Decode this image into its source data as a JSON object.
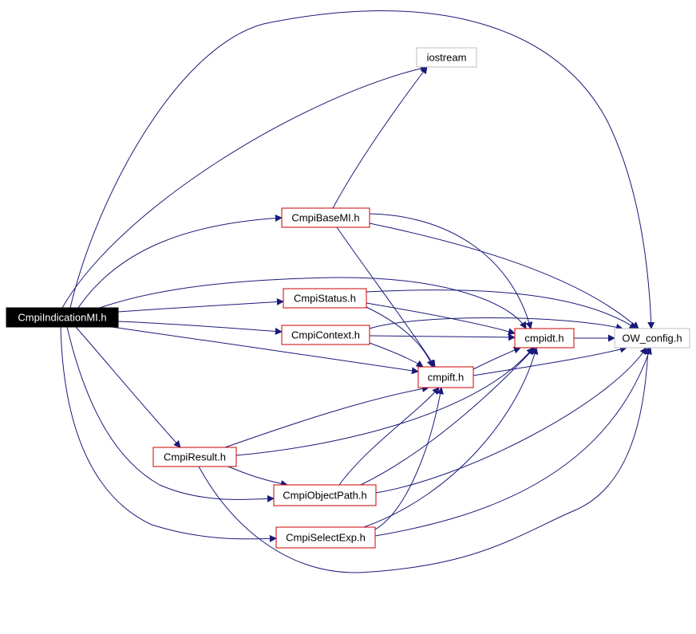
{
  "colors": {
    "edge": "#1a1a7a",
    "node_border": "#cc0000",
    "node_border_external": "#bfbfbf",
    "root_fill": "#000000",
    "root_text": "#ffffff",
    "text": "#000000"
  },
  "nodes": {
    "root": {
      "label": "CmpiIndicationMI.h",
      "kind": "root"
    },
    "iostream": {
      "label": "iostream",
      "kind": "external"
    },
    "basemi": {
      "label": "CmpiBaseMI.h",
      "kind": "header"
    },
    "status": {
      "label": "CmpiStatus.h",
      "kind": "header"
    },
    "context": {
      "label": "CmpiContext.h",
      "kind": "header"
    },
    "cmpidt": {
      "label": "cmpidt.h",
      "kind": "header"
    },
    "owconfig": {
      "label": "OW_config.h",
      "kind": "external"
    },
    "cmpift": {
      "label": "cmpift.h",
      "kind": "header"
    },
    "result": {
      "label": "CmpiResult.h",
      "kind": "header"
    },
    "objectpath": {
      "label": "CmpiObjectPath.h",
      "kind": "header"
    },
    "selectexp": {
      "label": "CmpiSelectExp.h",
      "kind": "header"
    }
  },
  "edges": [
    {
      "from": "root",
      "to": "iostream"
    },
    {
      "from": "root",
      "to": "owconfig"
    },
    {
      "from": "root",
      "to": "basemi"
    },
    {
      "from": "root",
      "to": "status"
    },
    {
      "from": "root",
      "to": "context"
    },
    {
      "from": "root",
      "to": "cmpidt"
    },
    {
      "from": "root",
      "to": "cmpift"
    },
    {
      "from": "root",
      "to": "result"
    },
    {
      "from": "root",
      "to": "objectpath"
    },
    {
      "from": "root",
      "to": "selectexp"
    },
    {
      "from": "basemi",
      "to": "iostream"
    },
    {
      "from": "basemi",
      "to": "cmpidt"
    },
    {
      "from": "basemi",
      "to": "owconfig"
    },
    {
      "from": "basemi",
      "to": "cmpift"
    },
    {
      "from": "status",
      "to": "owconfig"
    },
    {
      "from": "status",
      "to": "cmpidt"
    },
    {
      "from": "status",
      "to": "cmpift"
    },
    {
      "from": "context",
      "to": "owconfig"
    },
    {
      "from": "context",
      "to": "cmpidt"
    },
    {
      "from": "context",
      "to": "cmpift"
    },
    {
      "from": "cmpidt",
      "to": "owconfig"
    },
    {
      "from": "cmpift",
      "to": "cmpidt"
    },
    {
      "from": "cmpift",
      "to": "owconfig"
    },
    {
      "from": "result",
      "to": "cmpift"
    },
    {
      "from": "result",
      "to": "cmpidt"
    },
    {
      "from": "result",
      "to": "owconfig"
    },
    {
      "from": "result",
      "to": "objectpath"
    },
    {
      "from": "objectpath",
      "to": "cmpift"
    },
    {
      "from": "objectpath",
      "to": "cmpidt"
    },
    {
      "from": "objectpath",
      "to": "owconfig"
    },
    {
      "from": "selectexp",
      "to": "cmpift"
    },
    {
      "from": "selectexp",
      "to": "cmpidt"
    },
    {
      "from": "selectexp",
      "to": "owconfig"
    }
  ]
}
